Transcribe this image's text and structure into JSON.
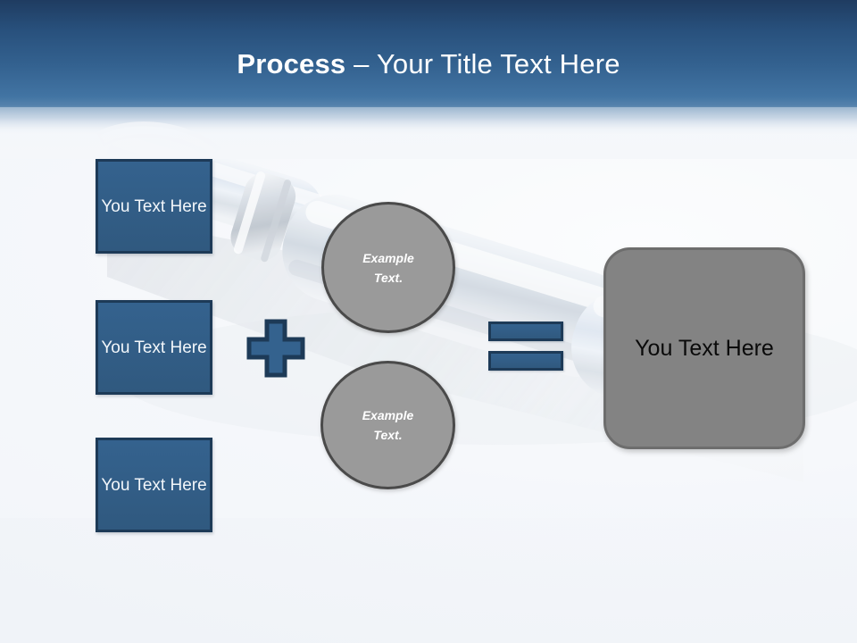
{
  "slide": {
    "title": {
      "strong": "Process",
      "rest": " – Your Title Text Here"
    },
    "theme": {
      "banner_dark": "#1f3c61",
      "banner_light": "#6d93b8",
      "accent_blue": "#34628e",
      "accent_blue_border": "#1d3a57",
      "gray_fill": "#9a9a9a",
      "gray_border": "#4a4a4a",
      "result_fill": "#838383",
      "result_border": "#6d6d6d",
      "background": "#f4f6fa"
    }
  },
  "inputs": [
    {
      "label": "You Text Here"
    },
    {
      "label": "You Text Here"
    },
    {
      "label": "You Text Here"
    }
  ],
  "operators": {
    "plus": "+",
    "equals": "="
  },
  "circles": [
    {
      "line1": "Example",
      "line2": "Text."
    },
    {
      "line1": "Example",
      "line2": "Text."
    }
  ],
  "result": {
    "label": "You Text Here"
  }
}
